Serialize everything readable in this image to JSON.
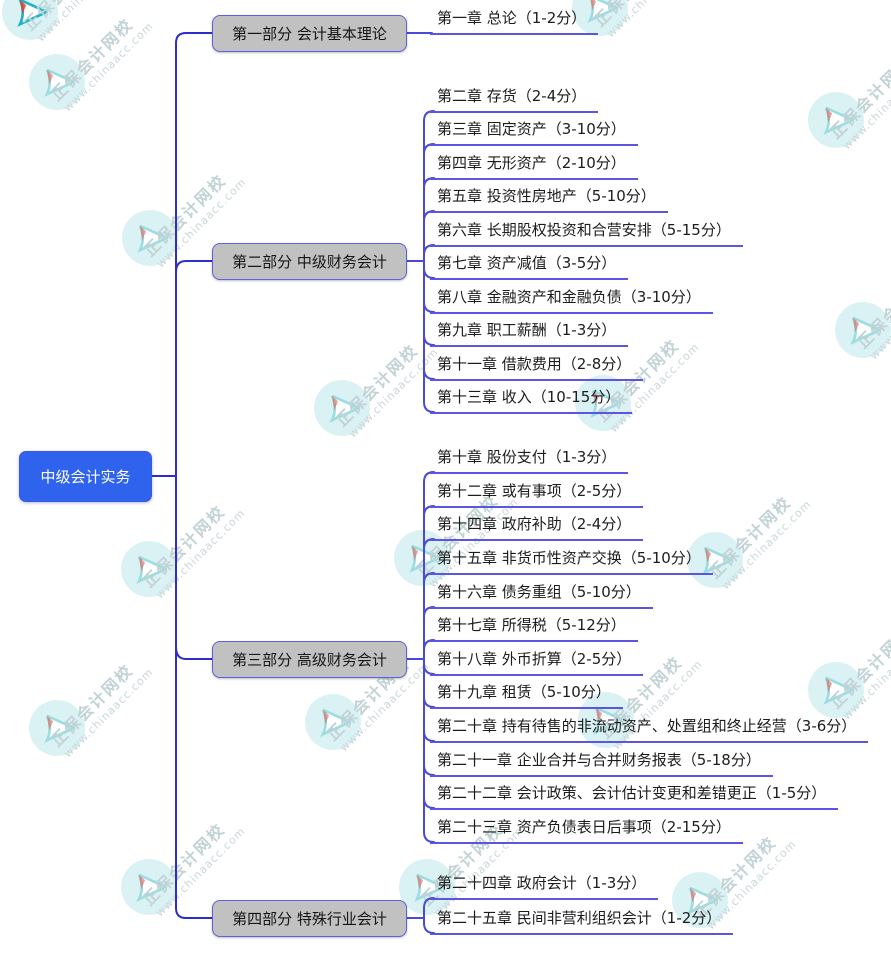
{
  "root": {
    "label": "中级会计实务"
  },
  "parts": [
    {
      "label": "第一部分 会计基本理论",
      "chapters": [
        "第一章 总论（1-2分）"
      ]
    },
    {
      "label": "第二部分 中级财务会计",
      "chapters": [
        "第二章 存货（2-4分）",
        "第三章 固定资产（3-10分）",
        "第四章 无形资产（2-10分）",
        "第五章 投资性房地产（5-10分）",
        "第六章 长期股权投资和合营安排（5-15分）",
        "第七章 资产减值（3-5分）",
        "第八章 金融资产和金融负债（3-10分）",
        "第九章 职工薪酬（1-3分）",
        "第十一章 借款费用（2-8分）",
        "第十三章 收入（10-15分）"
      ]
    },
    {
      "label": "第三部分 高级财务会计",
      "chapters": [
        "第十章 股份支付（1-3分）",
        "第十二章 或有事项（2-5分）",
        "第十四章 政府补助（2-4分）",
        "第十五章 非货币性资产交换（5-10分）",
        "第十六章 债务重组（5-10分）",
        "第十七章 所得税（5-12分）",
        "第十八章 外币折算（2-5分）",
        "第十九章 租赁（5-10分）",
        "第二十章 持有待售的非流动资产、处置组和终止经营（3-6分）",
        "第二十一章 企业合并与合并财务报表（5-18分）",
        "第二十二章 会计政策、会计估计变更和差错更正（1-5分）",
        "第二十三章 资产负债表日后事项（2-15分）"
      ]
    },
    {
      "label": "第四部分 特殊行业会计",
      "chapters": [
        "第二十四章 政府会计（1-3分）",
        "第二十五章 民间非营利组织会计（1-2分）"
      ]
    }
  ],
  "watermark": {
    "brand": "正保会计网校",
    "url": "www.chinaacc.com"
  },
  "colors": {
    "root_fill": "#2f63ee",
    "part_fill": "#c1c1c1",
    "part_border": "#5a62dc",
    "trunk_line": "#2c2cd0",
    "branch_line": "#4a4ad8",
    "chapter_underline": "#5a55e2",
    "watermark_text": "#c2d3d6"
  }
}
